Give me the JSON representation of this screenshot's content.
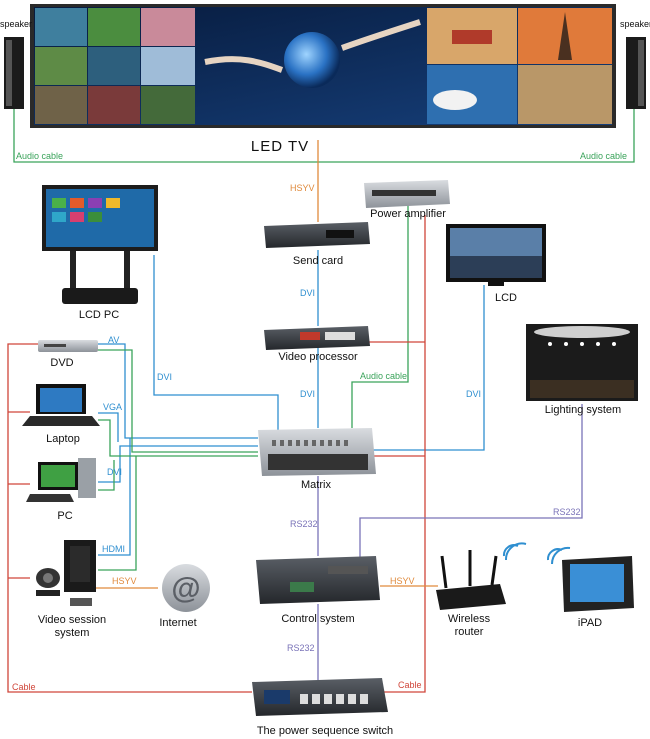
{
  "title": "LED TV",
  "speakers": {
    "left_label": "speaker",
    "right_label": "speaker"
  },
  "devices": {
    "lcd_pc": "LCD PC",
    "send_card": "Send card",
    "power_amplifier": "Power amplifier",
    "lcd": "LCD",
    "video_processor": "Video processor",
    "dvd": "DVD",
    "laptop": "Laptop",
    "pc": "PC",
    "video_session": "Video session\nsystem",
    "internet": "Internet",
    "matrix": "Matrix",
    "lighting_system": "Lighting system",
    "control_system": "Control system",
    "wireless_router": "Wireless\nrouter",
    "ipad": "iPAD",
    "power_switch": "The power sequence switch"
  },
  "connections": {
    "audio_cable_left": "Audio cable",
    "audio_cable_right": "Audio cable",
    "hsyv_top": "HSYV",
    "dvi_send": "DVI",
    "dvi_processor": "DVI",
    "dvi_lcdpc": "DVI",
    "dvi_lcd": "DVI",
    "audio_cable_mid": "Audio cable",
    "av": "AV",
    "vga": "VGA",
    "dvi_pc": "DVI",
    "hdmi": "HDMI",
    "hsyv_internet": "HSYV",
    "hsyv_router": "HSYV",
    "rs232_matrix": "RS232",
    "rs232_lighting": "RS232",
    "rs232_switch": "RS232",
    "cable_left": "Cable",
    "cable_right": "Cable"
  },
  "colors": {
    "dvi": "#2f8fd0",
    "audio": "#3aa35a",
    "hsyv": "#e08a3c",
    "cable": "#d0463a",
    "rs232": "#7a73b8"
  }
}
